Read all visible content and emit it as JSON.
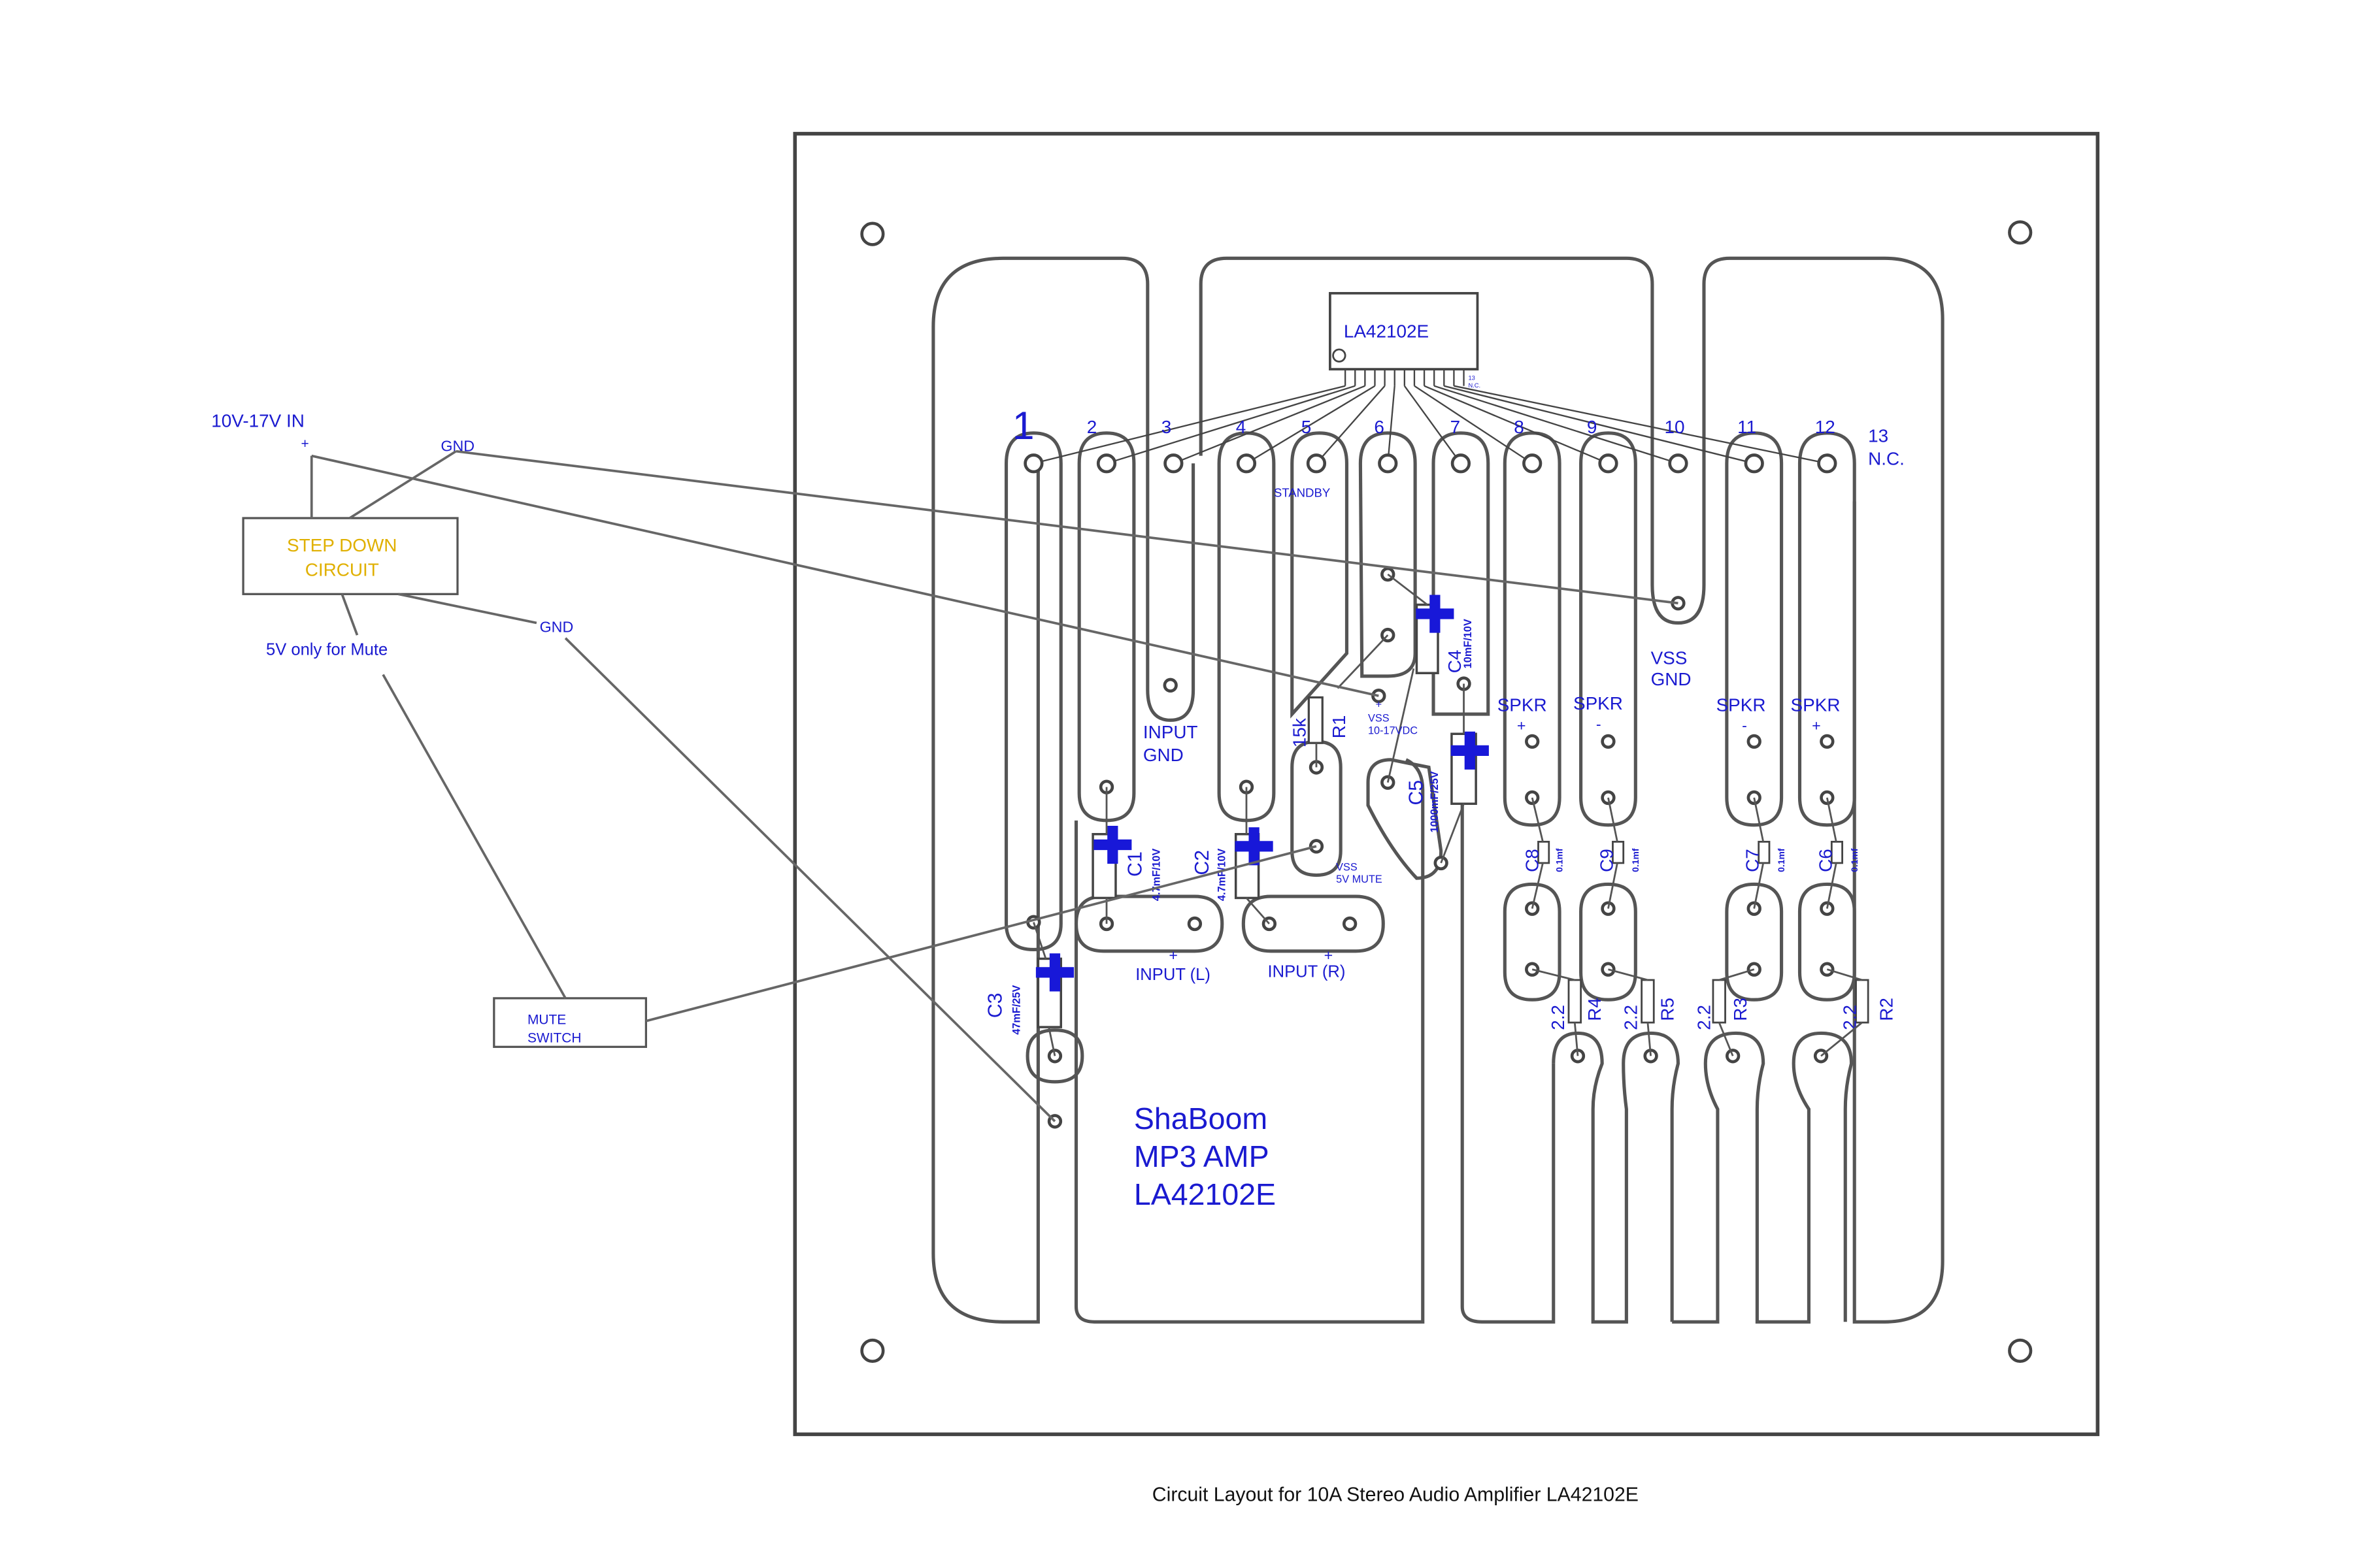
{
  "power": {
    "title": "10V-17V IN",
    "plus": "+",
    "gnd_top": "GND",
    "gnd_bottom": "GND"
  },
  "step_down": {
    "line1": "STEP DOWN",
    "line2": "CIRCUIT"
  },
  "mute_note": "5V only for Mute",
  "mute_switch": {
    "line1": "MUTE",
    "line2": "SWITCH"
  },
  "chip": {
    "name": "LA42102E",
    "pin13_small_1": "13",
    "pin13_small_2": "N.C."
  },
  "pins": [
    "1",
    "2",
    "3",
    "4",
    "5",
    "6",
    "7",
    "8",
    "9",
    "10",
    "11",
    "12"
  ],
  "pin13": {
    "num": "13",
    "nc": "N.C."
  },
  "labels": {
    "standby": "STANDBY",
    "input_gnd_1": "INPUT",
    "input_gnd_2": "GND",
    "vss_gnd_1": "VSS",
    "vss_gnd_2": "GND",
    "vss_in_1": "VSS",
    "vss_in_2": "10-17VDC",
    "vss_in_plus": "+",
    "vss_mute_1": "VSS",
    "vss_mute_2": "5V MUTE",
    "input_l": "INPUT (L)",
    "input_r": "INPUT (R)",
    "input_l_plus": "+",
    "input_r_plus": "+"
  },
  "spkr": [
    {
      "name": "SPKR",
      "sign": "+"
    },
    {
      "name": "SPKR",
      "sign": "-"
    },
    {
      "name": "SPKR",
      "sign": "-"
    },
    {
      "name": "SPKR",
      "sign": "+"
    }
  ],
  "components": {
    "c1": "C1",
    "c1_val": "4.7mF/10V",
    "c2": "C2",
    "c2_val": "4.7mF/10V",
    "c3": "C3",
    "c3_val": "47mF/25V",
    "c4": "C4",
    "c4_val": "10mF/10V",
    "c5": "C5",
    "c5_val": "1000mF/25V",
    "r1": "R1",
    "r1_val": "15k",
    "c8": "C8",
    "c9": "C9",
    "c7": "C7",
    "c6": "C6",
    "cap_small_val": "0.1mf",
    "r4": "R4",
    "r5": "R5",
    "r3": "R3",
    "r2": "R2",
    "res_small_val": "2.2"
  },
  "board_title": {
    "line1": "ShaBoom",
    "line2": "MP3 AMP",
    "line3": "LA42102E"
  },
  "caption": "Circuit Layout for 10A Stereo Audio Amplifier LA42102E",
  "colors": {
    "label_blue": "#1a1ad0",
    "step_down_yellow": "#e0b000",
    "line_gray": "#555555"
  }
}
